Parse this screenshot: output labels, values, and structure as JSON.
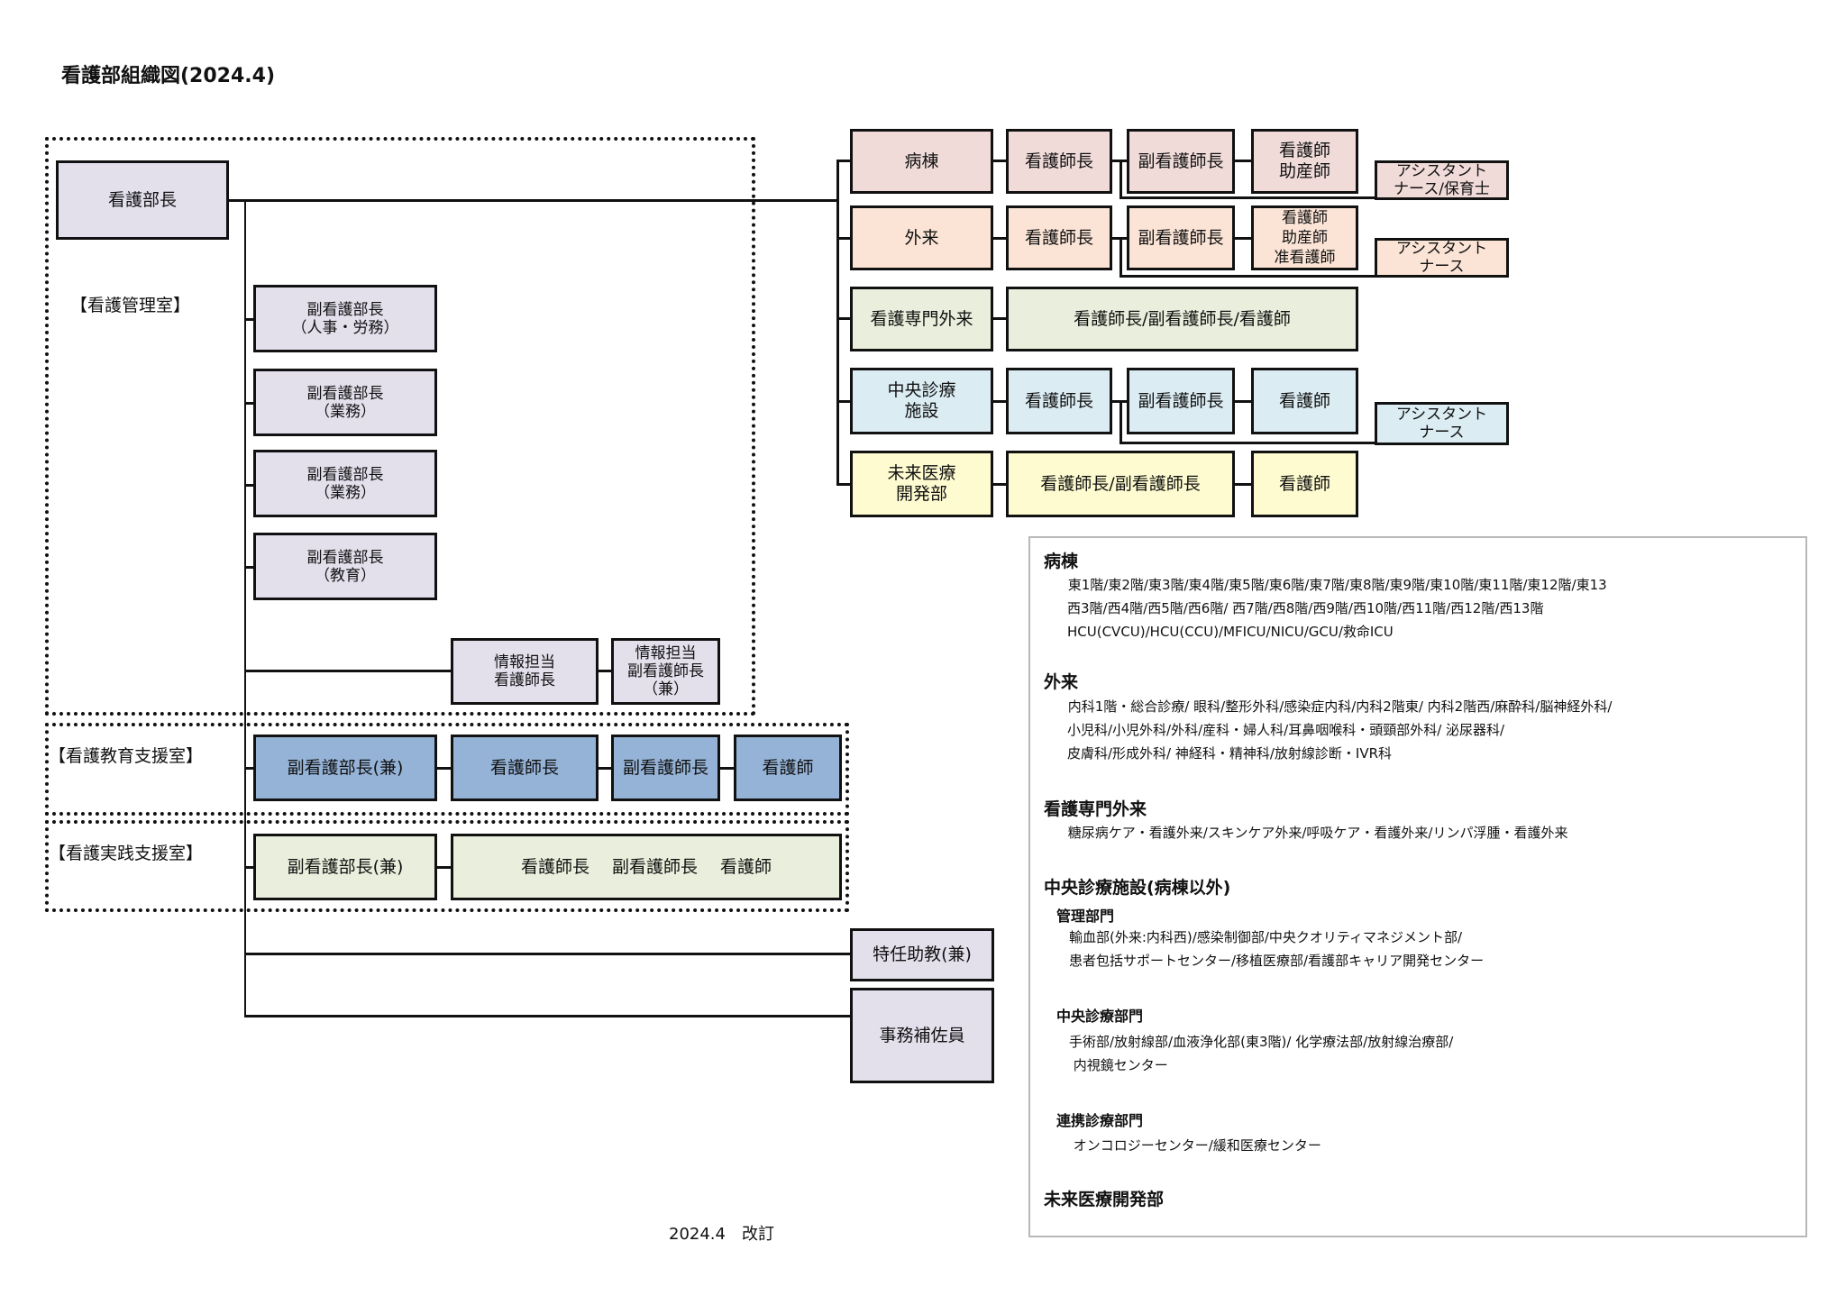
{
  "title": "看護部組織図(2024.4)",
  "footer": "2024.4　改訂",
  "colors": {
    "management": "#e3e0ec",
    "ward": "#f0dbd9",
    "outpatient": "#fbe4d6",
    "specialty": "#e9efdc",
    "central": "#dbecf3",
    "future": "#fdfbcf",
    "education": "#95b3d7",
    "practice": "#e9efdc"
  },
  "director": "看護部長",
  "management_office": {
    "label": "【看護管理室】",
    "deputies": [
      "副看護部長\n（人事・労務）",
      "副看護部長\n（業務）",
      "副看護部長\n（業務）",
      "副看護部長\n（教育）"
    ],
    "info_head": "情報担当\n看護師長",
    "info_deputy": "情報担当\n副看護師長\n（兼）"
  },
  "education_office": {
    "label": "【看護教育支援室】",
    "boxes": [
      "副看護部長(兼)",
      "看護師長",
      "副看護師長",
      "看護師"
    ]
  },
  "practice_office": {
    "label": "【看護実践支援室】",
    "boxes": [
      "副看護部長(兼)",
      "看護師長　 副看護師長　 看護師"
    ]
  },
  "others": [
    "特任助教(兼)",
    "事務補佐員"
  ],
  "departments": [
    {
      "name": "病棟",
      "chain": [
        "看護師長",
        "副看護師長",
        "看護師\n助産師"
      ],
      "assistant": "アシスタント\nナース/保育士"
    },
    {
      "name": "外来",
      "chain": [
        "看護師長",
        "副看護師長",
        "看護師\n助産師\n准看護師"
      ],
      "assistant": "アシスタント\nナース"
    },
    {
      "name": "看護専門外来",
      "chain": [
        "看護師長/副看護師長/看護師"
      ]
    },
    {
      "name": "中央診療\n施設",
      "chain": [
        "看護師長",
        "副看護師長",
        "看護師"
      ],
      "assistant": "アシスタント\nナース"
    },
    {
      "name": "未来医療\n開発部",
      "chain": [
        "看護師長/副看護師長",
        "看護師"
      ]
    }
  ],
  "panel": {
    "ward": {
      "heading": "病棟",
      "lines": [
        " 東1階/東2階/東3階/東4階/東5階/東6階/東7階/東8階/東9階/東10階/東11階/東12階/東13",
        "西3階/西4階/西5階/西6階/ 西7階/西8階/西9階/西10階/西11階/西12階/西13階",
        "HCU(CVCU)/HCU(CCU)/MFICU/NICU/GCU/救命ICU"
      ]
    },
    "outpatient": {
      "heading": "外来",
      "lines": [
        " 内科1階・総合診療/ 眼科/整形外科/感染症内科/内科2階東/ 内科2階西/麻酔科/脳神経外科/",
        "小児科/小児外科/外科/産科・婦人科/耳鼻咽喉科・頭頸部外科/ 泌尿器科/",
        "皮膚科/形成外科/ 神経科・精神科/放射線診断・IVR科"
      ]
    },
    "specialty": {
      "heading": "看護専門外来",
      "lines": [
        " 糖尿病ケア・看護外来/スキンケア外来/呼吸ケア・看護外来/リンパ浮腫・看護外来"
      ]
    },
    "central": {
      "heading": "中央診療施設(病棟以外)",
      "groups": [
        {
          "subheading": "管理部門",
          "lines": [
            "輸血部(外来:内科西)/感染制御部/中央クオリティマネジメント部/",
            "患者包括サポートセンター/移植医療部/看護部キャリア開発センター"
          ]
        },
        {
          "subheading": "中央診療部門",
          "lines": [
            "手術部/放射線部/血液浄化部(東3階)/ 化学療法部/放射線治療部/",
            " 内視鏡センター"
          ]
        },
        {
          "subheading": "連携診療部門",
          "lines": [
            " オンコロジーセンター/緩和医療センター"
          ]
        }
      ]
    },
    "future": {
      "heading": "未来医療開発部"
    }
  }
}
